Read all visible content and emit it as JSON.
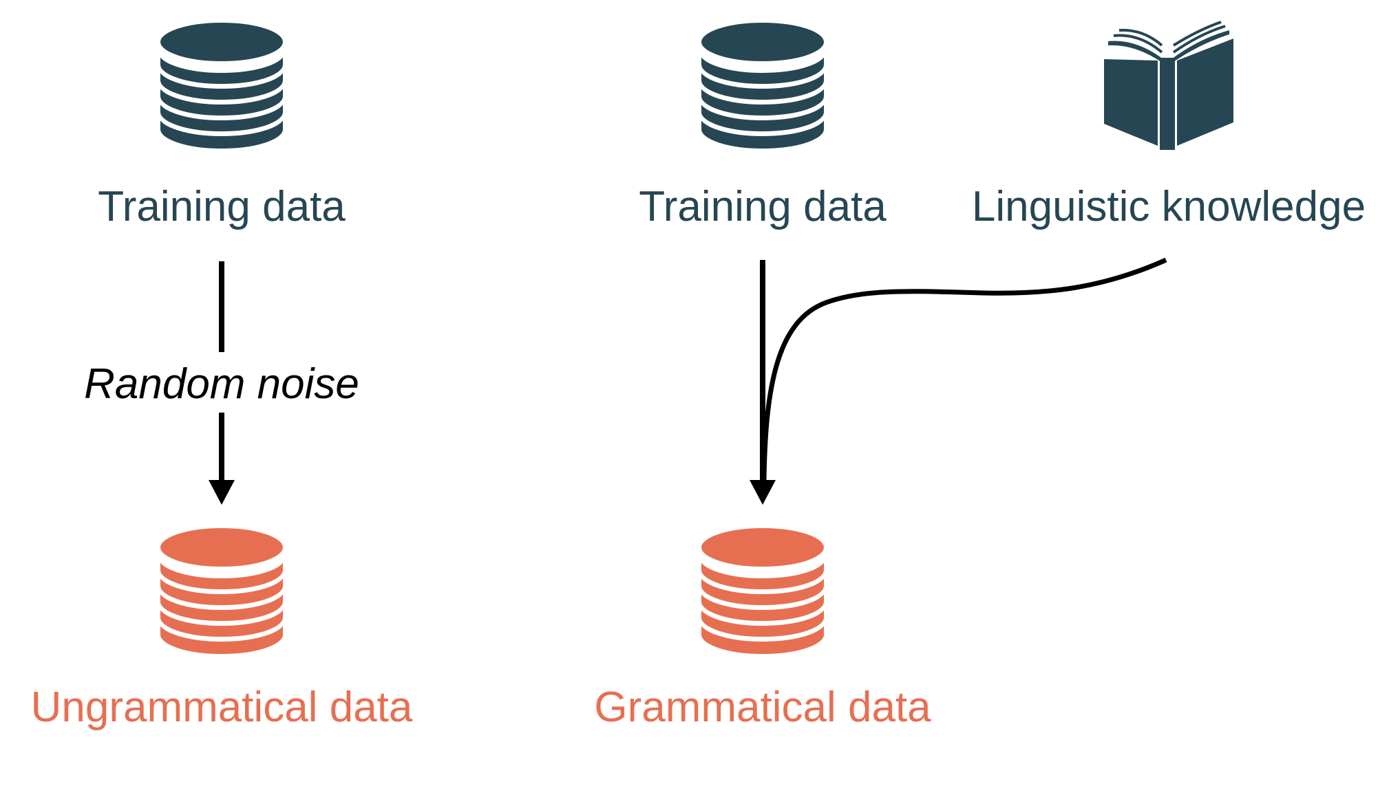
{
  "colors": {
    "source": "#264653",
    "output": "#e76f51",
    "arrow": "#000000",
    "background": "#ffffff"
  },
  "left": {
    "source_label": "Training data",
    "process_label": "Random noise",
    "output_label": "Ungrammatical data"
  },
  "right": {
    "source_label": "Training data",
    "knowledge_label": "Linguistic knowledge",
    "output_label": "Grammatical data"
  },
  "icons": {
    "database": "database-icon",
    "book": "open-book-icon"
  }
}
